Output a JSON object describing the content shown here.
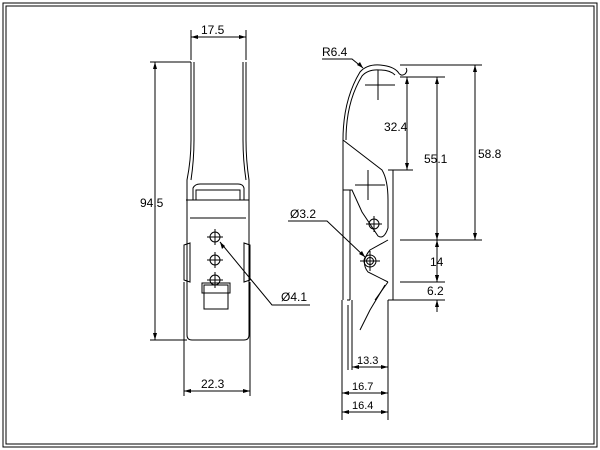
{
  "title": "Latch technical drawing",
  "front_view": {
    "dims": {
      "top_width": "17.5",
      "height": "94.5",
      "bottom_width": "22.3",
      "hole_dia": "Ø4.1"
    }
  },
  "side_view": {
    "dims": {
      "radius": "R6.4",
      "d1": "32.4",
      "d2": "55.1",
      "d3": "58.8",
      "pivot_dia": "Ø3.2",
      "d4": "14",
      "d5": "6.2",
      "w1": "13.3",
      "w2": "16.7",
      "w3": "16.4"
    }
  }
}
